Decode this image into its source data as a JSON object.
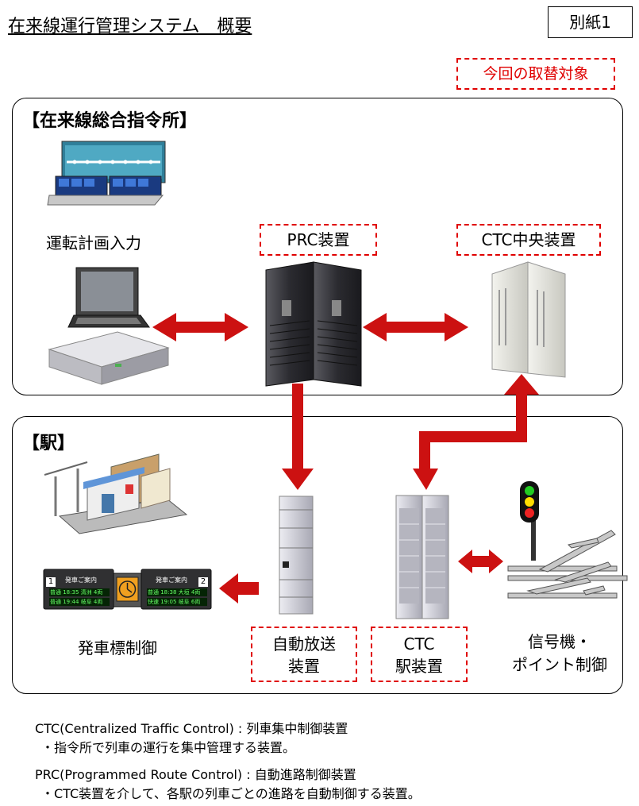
{
  "header": {
    "title": "在来線運行管理システム　概要",
    "annex": "別紙1"
  },
  "legend": {
    "label": "今回の取替対象"
  },
  "hq": {
    "title": "【在来線総合指令所】",
    "planning_label": "運転計画入力",
    "prc_label": "PRC装置",
    "ctc_central_label": "CTC中央装置"
  },
  "station": {
    "title": "【駅】",
    "departure_label": "発車標制御",
    "broadcast_label_1": "自動放送",
    "broadcast_label_2": "装置",
    "ctc_station_label_1": "CTC",
    "ctc_station_label_2": "駅装置",
    "signal_label_1": "信号機・",
    "signal_label_2": "ポイント制御"
  },
  "departure_board": {
    "left_num": "1",
    "right_num": "2",
    "heading": "発車ご案内",
    "left_rows": [
      "普通 18:35 清洲 4両",
      "普通 19:44 岐阜 4両"
    ],
    "right_rows": [
      "普通 18:38 大垣 4両",
      "快速 19:05 岐阜 6両"
    ]
  },
  "notes": {
    "ctc_def": "CTC(Centralized Traffic Control) : 列車集中制御装置",
    "ctc_desc": "・指令所で列車の運行を集中管理する装置。",
    "prc_def": "PRC(Programmed Route Control) : 自動進路制御装置",
    "prc_desc": "・CTC装置を介して、各駅の列車ごとの進路を自動制御する装置。"
  },
  "colors": {
    "accent": "#e00000",
    "arrow": "#cc1111"
  }
}
